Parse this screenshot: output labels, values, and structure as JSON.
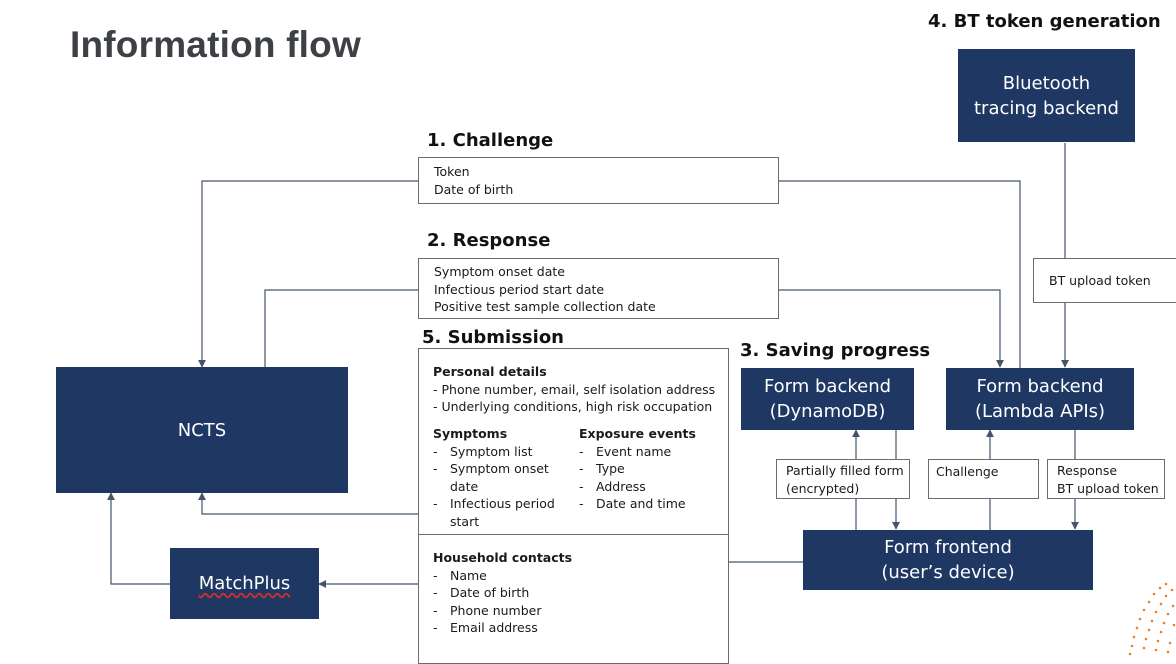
{
  "page": {
    "title": "Information flow"
  },
  "headings": {
    "challenge": "1. Challenge",
    "response": "2. Response",
    "saving": "3. Saving progress",
    "bt_generation": "4. BT token generation",
    "submission": "5. Submission"
  },
  "nodes": {
    "ncts": "NCTS",
    "matchplus": "MatchPlus",
    "bt_backend": [
      "Bluetooth",
      "tracing backend"
    ],
    "form_backend_dynamo": [
      "Form backend",
      "(DynamoDB)"
    ],
    "form_backend_lambda": [
      "Form backend",
      "(Lambda APIs)"
    ],
    "form_frontend": [
      "Form frontend",
      "(user’s device)"
    ]
  },
  "challenge_box": [
    "Token",
    "Date of birth"
  ],
  "response_box": [
    "Symptom onset date",
    "Infectious period start date",
    "Positive test sample collection date"
  ],
  "submission": {
    "personal": {
      "title": "Personal details",
      "lines": [
        "- Phone number, email, self isolation address",
        "- Underlying conditions, high risk occupation"
      ]
    },
    "symptoms": {
      "title": "Symptoms",
      "items": [
        "Symptom list",
        "Symptom onset date",
        "Infectious period start"
      ]
    },
    "exposure": {
      "title": "Exposure events",
      "items": [
        "Event name",
        "Type",
        "Address",
        "Date and time"
      ]
    },
    "household": {
      "title": "Household contacts",
      "items": [
        "Name",
        "Date of birth",
        "Phone number",
        "Email address"
      ]
    }
  },
  "labels": {
    "bt_upload_token": "BT upload token",
    "partial_form": [
      "Partially filled form",
      "(encrypted)"
    ],
    "challenge": "Challenge",
    "response": [
      "Response",
      "BT upload token"
    ]
  },
  "colors": {
    "node_fill": "#1f3763",
    "connector": "#44546a",
    "accent_dots": "#e8832a"
  }
}
